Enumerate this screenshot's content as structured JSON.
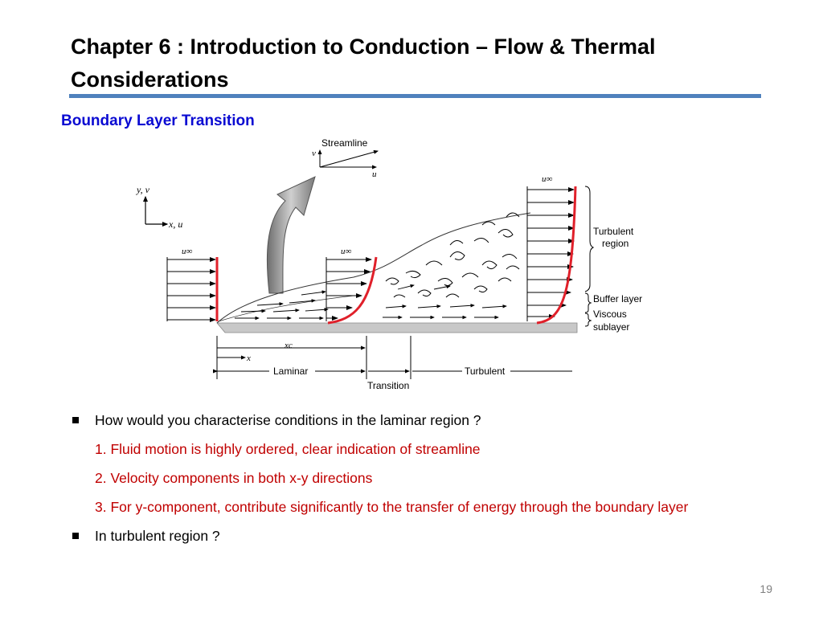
{
  "slide": {
    "title": "Chapter 6  : Introduction to Conduction – Flow & Thermal Considerations",
    "subtitle": "Boundary Layer Transition",
    "page_number": "19"
  },
  "figure": {
    "labels": {
      "streamline": "Streamline",
      "v": "v",
      "u": "u",
      "yv": "y, v",
      "xu": "x, u",
      "u_inf": "u∞",
      "turbulent_region_1": "Turbulent",
      "turbulent_region_2": "region",
      "buffer_layer": "Buffer layer",
      "viscous_1": "Viscous",
      "viscous_2": "sublayer",
      "xc": "xc",
      "x": "x",
      "laminar": "Laminar",
      "transition": "Transition",
      "turbulent": "Turbulent"
    },
    "colors": {
      "velocity_profile": "#e0202a",
      "plate": "#c8c8c8",
      "arrow": "#888888"
    }
  },
  "bullets": [
    {
      "text": "How would you characterise conditions in the laminar region ?",
      "sub": [
        "1. Fluid motion is highly ordered, clear indication of streamline",
        "2. Velocity components in both x-y directions",
        "3. For y-component, contribute significantly to the transfer of energy through the boundary layer"
      ]
    },
    {
      "text": "In turbulent region ?",
      "sub": []
    }
  ]
}
